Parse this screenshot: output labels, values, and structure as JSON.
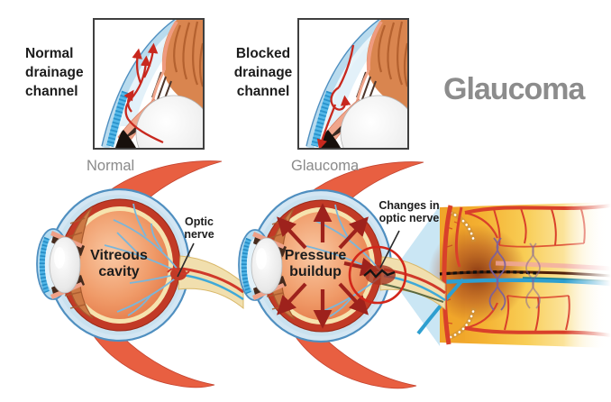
{
  "title": "Glaucoma",
  "insets": {
    "normal": {
      "label": "Normal drainage channel",
      "caption": "Normal"
    },
    "blocked": {
      "label": "Blocked drainage channel",
      "caption": "Glaucoma"
    }
  },
  "eyes": {
    "normal": {
      "cavity_label": "Vitreous cavity",
      "nerve_label": "Optic nerve"
    },
    "glaucoma": {
      "pressure_label": "Pressure buildup",
      "nerve_label": "Changes in optic nerve"
    }
  },
  "colors": {
    "title_gray": "#8c8c8c",
    "caption_gray": "#8a8a8a",
    "label_black": "#1c1c1c",
    "sclera_blue": "#d3e6f3",
    "sclera_outline": "#4f8fc0",
    "cornea_blue": "#b5dcf0",
    "limbus_blue": "#4fb4e6",
    "choroid_red": "#c23a26",
    "retina_cream": "#f6e3ae",
    "vitreous_orange": "#f09c6a",
    "ciliary_orange": "#cd7a45",
    "iris_salmon": "#f0a68c",
    "muscle_red": "#e85f41",
    "vessel_blue": "#7ab6da",
    "flow_arrow_red": "#c8281e",
    "pressure_arrow_red": "#9e221c",
    "highlight_circle_red": "#d2261a",
    "cone_blue": "#c6e4f3",
    "nerve_tissue_orange": "#ee9b24",
    "nerve_tissue_yellow": "#f8cd55",
    "detail_vessel_red": "#d9402a",
    "detail_vessel_blue": "#2e9fd0"
  }
}
